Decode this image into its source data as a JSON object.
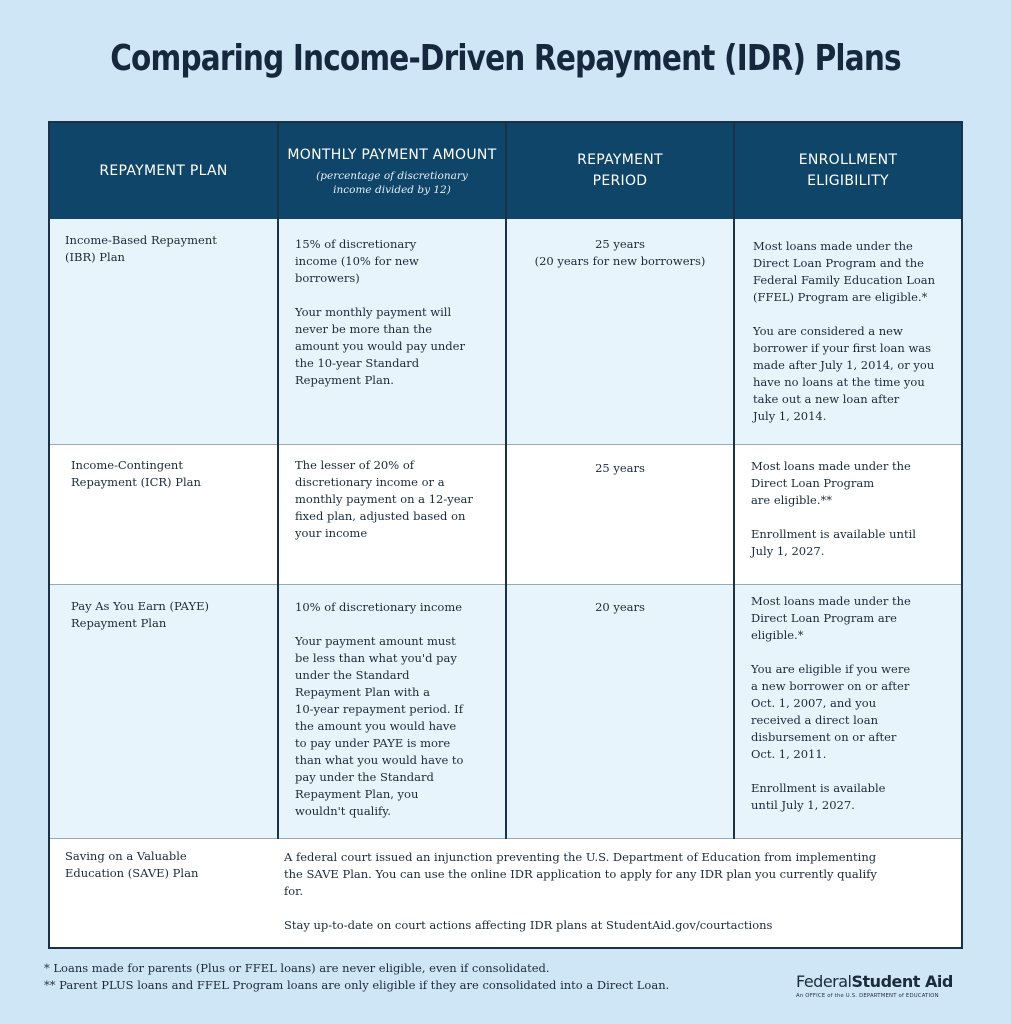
{
  "title": "Comparing Income-Driven Repayment (IDR) Plans",
  "headers": {
    "plan": "REPAYMENT PLAN",
    "payment": "MONTHLY PAYMENT AMOUNT",
    "payment_sub_1": "(percentage of discretionary",
    "payment_sub_2": "income divided by 12)",
    "period_1": "REPAYMENT",
    "period_2": "PERIOD",
    "eligibility_1": "ENROLLMENT",
    "eligibility_2": "ELIGIBILITY"
  },
  "rows": [
    {
      "plan": [
        "Income-Based Repayment",
        "(IBR) Plan"
      ],
      "payment": [
        [
          "15% of discretionary",
          "income (10% for new",
          "borrowers)"
        ],
        [
          "Your monthly payment will",
          "never be more than the",
          "amount you would pay under",
          "the 10-year Standard",
          "Repayment Plan."
        ]
      ],
      "period": [
        "25 years",
        "(20 years for new borrowers)"
      ],
      "eligibility": [
        [
          "Most loans made under the",
          "Direct Loan Program and the",
          "Federal Family Education Loan",
          "(FFEL) Program are eligible.*"
        ],
        [
          "You are considered a new",
          "borrower if your first loan was",
          "made after July 1, 2014, or you",
          "have no loans at the time you",
          "take out a new loan after",
          "July 1, 2014."
        ]
      ]
    },
    {
      "plan": [
        "Income-Contingent",
        "Repayment (ICR) Plan"
      ],
      "payment": [
        [
          "The lesser of 20% of",
          "discretionary income or a",
          "monthly payment on a 12-year",
          "fixed plan, adjusted based on",
          "your income"
        ]
      ],
      "period": [
        "25 years"
      ],
      "eligibility": [
        [
          "Most loans made under the",
          "Direct Loan Program",
          "are eligible.**"
        ],
        [
          "Enrollment is available until",
          "July 1, 2027."
        ]
      ]
    },
    {
      "plan": [
        "Pay As You Earn (PAYE)",
        "Repayment Plan"
      ],
      "payment": [
        [
          "10% of discretionary income"
        ],
        [
          "Your payment amount must",
          "be less than what you'd pay",
          "under the Standard",
          "Repayment Plan with a",
          "10-year repayment period. If",
          "the amount you would have",
          "to pay under PAYE is more",
          "than what you would have to",
          "pay under the Standard",
          "Repayment Plan, you",
          "wouldn't qualify."
        ]
      ],
      "period": [
        "20 years"
      ],
      "eligibility": [
        [
          "Most loans made under the",
          "Direct Loan Program are",
          "eligible.*"
        ],
        [
          "You are eligible if you were",
          "a new borrower on or after",
          "Oct. 1, 2007, and you",
          "received a direct loan",
          "disbursement on or after",
          "Oct. 1, 2011."
        ],
        [
          "Enrollment is available",
          "until July 1, 2027."
        ]
      ]
    }
  ],
  "save_row": {
    "plan": [
      "Saving on a Valuable",
      "Education (SAVE) Plan"
    ],
    "text_1": [
      "A federal court issued an injunction preventing the U.S. Department of Education from implementing",
      "the SAVE Plan. You can use the online IDR application to apply for any IDR plan you currently qualify",
      "for."
    ],
    "text_2": "Stay up-to-date on court actions affecting IDR plans at StudentAid.gov/courtactions"
  },
  "footnotes": {
    "note_1": "*   Loans made for parents (Plus or FFEL loans) are never eligible, even if consolidated.",
    "note_2": "** Parent PLUS loans and FFEL Program loans are only eligible if they are consolidated into a Direct Loan."
  },
  "logo": {
    "word_1": "Federal",
    "word_2": "Student Aid",
    "tagline": "An OFFICE of the U.S. DEPARTMENT of EDUCATION"
  }
}
